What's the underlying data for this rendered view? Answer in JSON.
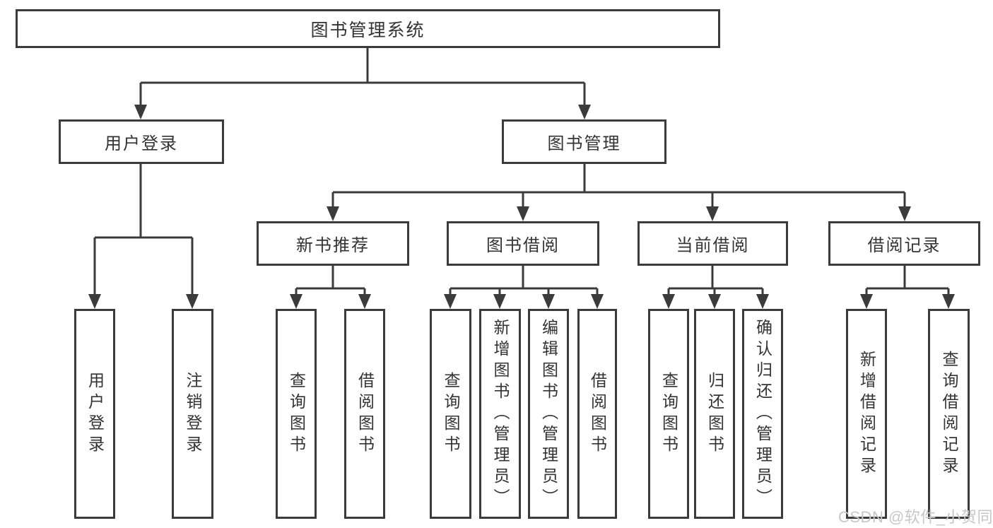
{
  "tree": {
    "root": {
      "label": "图书管理系统",
      "children": [
        {
          "label": "用户登录",
          "children": [
            {
              "label": "用户登录"
            },
            {
              "label": "注销登录"
            }
          ]
        },
        {
          "label": "图书管理",
          "children": [
            {
              "label": "新书推荐",
              "children": [
                {
                  "label": "查询图书"
                },
                {
                  "label": "借阅图书"
                }
              ]
            },
            {
              "label": "图书借阅",
              "children": [
                {
                  "label": "查询图书"
                },
                {
                  "label": "新增图书（管理员）"
                },
                {
                  "label": "编辑图书（管理员）"
                },
                {
                  "label": "借阅图书"
                }
              ]
            },
            {
              "label": "当前借阅",
              "children": [
                {
                  "label": "查询图书"
                },
                {
                  "label": "归还图书"
                },
                {
                  "label": "确认归还（管理员）"
                }
              ]
            },
            {
              "label": "借阅记录",
              "children": [
                {
                  "label": "新增借阅记录"
                },
                {
                  "label": "查询借阅记录"
                }
              ]
            }
          ]
        }
      ]
    }
  },
  "watermark": {
    "text": "CSDN @软件_小贺同学"
  },
  "colors": {
    "line": "#3b3b3b",
    "text": "#333333",
    "box_background": "#ffffff",
    "page_background": "#ffffff",
    "watermark": "#c7c7c7"
  }
}
